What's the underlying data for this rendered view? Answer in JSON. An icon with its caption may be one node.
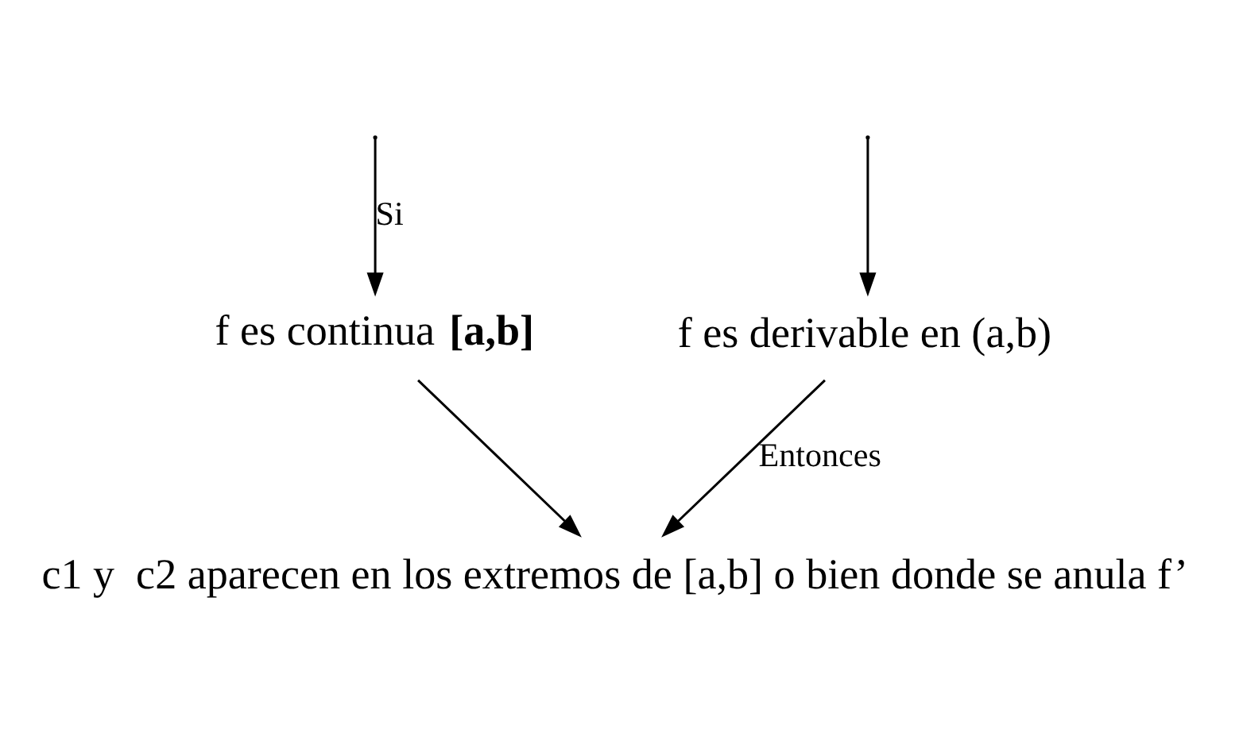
{
  "diagram": {
    "nodes": [
      {
        "text": [
          "f es derivable en (a,b)"
        ]
      },
      {
        "text": [
          "f es continua **[a,b]**"
        ]
      },
      {
        "text": [
          "c1 y  c2 aparecen en los extremos de [a,b] o bien donde se anula f’"
        ]
      }
    ],
    "edges": [
      {
        "from": null,
        "to": 0,
        "arrow": "to"
      },
      {
        "from": null,
        "to": 1,
        "arrow": "to",
        "label": "Si"
      },
      {
        "from": 0,
        "to": 2,
        "arrow": "to",
        "label": "Entonces"
      },
      {
        "from": 1,
        "to": 2,
        "arrow": "to"
      }
    ]
  }
}
